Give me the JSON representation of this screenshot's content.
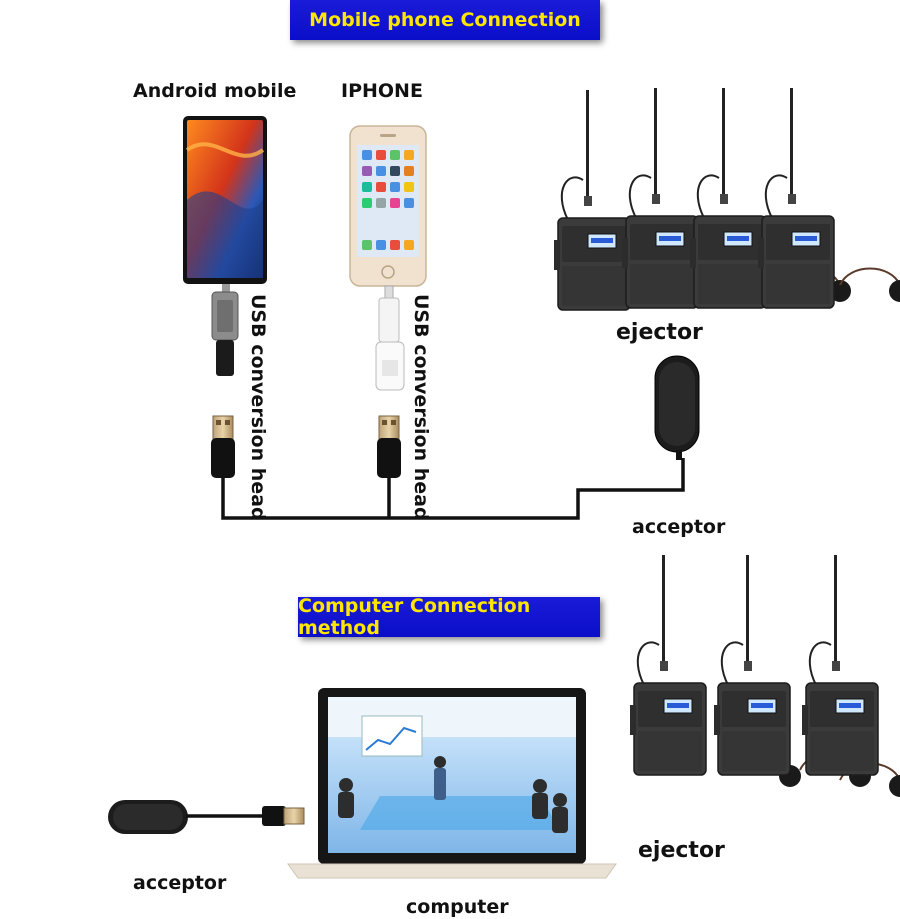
{
  "top_section": {
    "banner": "Mobile phone Connection",
    "android_label": "Android mobile",
    "iphone_label": "IPHONE",
    "usb_head_left": "USB conversion head",
    "usb_head_right": "USB conversion head",
    "ejector_label": "ejector",
    "acceptor_label": "acceptor"
  },
  "bottom_section": {
    "banner": "Computer Connection method",
    "acceptor_label": "acceptor",
    "computer_label": "computer",
    "ejector_label": "ejector"
  },
  "colors": {
    "banner_bg": "#1212d4",
    "banner_text": "#ffe600",
    "cable": "#111111",
    "device_body": "#3a3a3a"
  }
}
